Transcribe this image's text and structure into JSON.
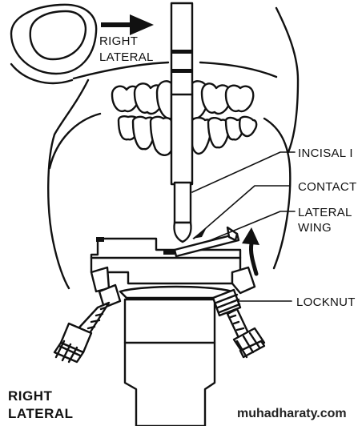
{
  "labels": {
    "direction_top": [
      "RIGHT",
      "LATERAL"
    ],
    "incisal": "INCISAL I",
    "contact": "CONTACT",
    "lateral_wing": [
      "LATERAL",
      "WING"
    ],
    "locknut": "LOCKNUT",
    "caption": [
      "RIGHT",
      "LATERAL"
    ]
  },
  "watermark": "muhadharaty.com",
  "icons": {
    "direction_arrow": "right-arrow-icon",
    "curved_arrow": "curved-up-arrow-icon"
  }
}
